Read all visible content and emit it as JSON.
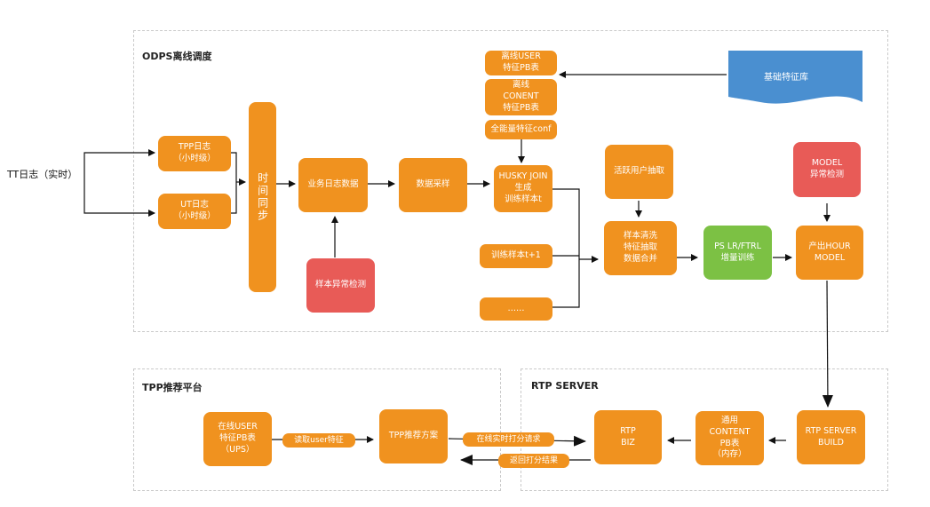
{
  "regions": {
    "odps": "ODPS离线调度",
    "tpp": "TPP推荐平台",
    "rtp": "RTP SERVER"
  },
  "source": {
    "tt_log": "TT日志（实时）"
  },
  "nodes": {
    "tpp_log": "TPP日志\n（小时级）",
    "ut_log": "UT日志\n（小时级）",
    "time_sync": "时间同步",
    "biz_log": "业务日志数据",
    "sample_check": "样本异常检测",
    "data_sampling": "数据采样",
    "offline_user": "离线USER\n特征PB表",
    "offline_content": "离线\nCONENT\n特征PB表",
    "full_feature_conf": "全能量特征conf",
    "base_feature_lib": "基础特征库",
    "husky_join": "HUSKY JOIN\n生成\n训练样本t",
    "train_sample_t1": "训练样本t+1",
    "ellipsis": "……",
    "active_user": "活跃用户抽取",
    "sample_clean": "样本清洗\n特征抽取\n数据合并",
    "ps_lr": "PS LR/FTRL\n增量训练",
    "model_check": "MODEL\n异常检测",
    "hour_model": "产出HOUR\nMODEL",
    "rtp_build": "RTP SERVER\nBUILD",
    "content_pb": "通用\nCONTENT\nPB表\n（内存）",
    "rtp_biz": "RTP\nBIZ",
    "tpp_plan": "TPP推荐方案",
    "online_user": "在线USER\n特征PB表\n（UPS）"
  },
  "edge_labels": {
    "read_user": "读取user特征",
    "score_request": "在线实时打分请求",
    "score_result": "返回打分结果"
  },
  "colors": {
    "orange": "#f0921f",
    "red": "#e85b57",
    "green": "#7cc144",
    "blue": "#4a8fd0"
  }
}
